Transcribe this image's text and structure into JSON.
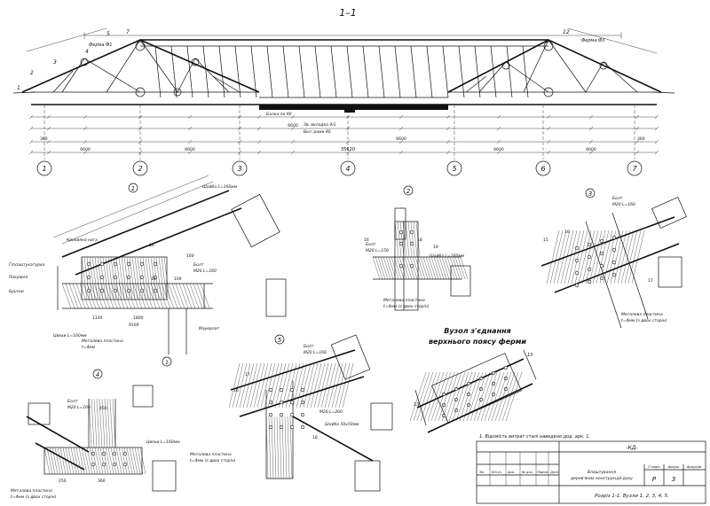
{
  "section_title": "1–1",
  "axis_labels": [
    "1",
    "2",
    "3",
    "4",
    "5",
    "6",
    "7"
  ],
  "overall_dimension": "35620",
  "bay_dimensions": [
    "6600",
    "6600",
    "6600",
    "6600",
    "6600",
    "6600"
  ],
  "edge_dims": [
    "360",
    "360"
  ],
  "truss_labels": {
    "left": "Ферма Ф1",
    "right": "Ферма Ф3"
  },
  "callouts": {
    "k1": "1",
    "k2": "2",
    "k3": "3",
    "k4": "4",
    "k5": "5",
    "k7": "7",
    "k12": "12"
  },
  "center_notes": [
    "Балка по 90",
    "Зв. вкладка 9/1",
    "Вкл. рами 40"
  ],
  "detail_numbers": [
    "1",
    "2",
    "3",
    "4",
    "5"
  ],
  "detail_dims": {
    "d1": [
      "9100",
      "1140",
      "1800",
      "10",
      "100",
      "16",
      "160"
    ],
    "d2": [
      "16",
      "18",
      "19"
    ],
    "d3": [
      "15",
      "16",
      "17"
    ],
    "d4": [
      "450",
      "360",
      "250"
    ],
    "d5": [
      "16",
      "17",
      "18"
    ]
  },
  "detail_labels": {
    "d1": [
      "Шайба L=160мм",
      "Болт",
      "М20 L=160",
      "Гіпсоштукатурка",
      "Покрівля",
      "Бруски",
      "Цвяхи L=160мм",
      "Металева пластина",
      "t=4мм",
      "Кроквяна нога",
      "Мауерлат"
    ],
    "d2": [
      "Болт",
      "М20 L=150",
      "Шайба L=160мм",
      "Металева пластина",
      "t=4мм (з двох сторін)"
    ],
    "d3": [
      "Болт",
      "М20 L=160",
      "Металева пластина",
      "t=4мм (з двох сторін)"
    ],
    "d4": [
      "Болт",
      "М20 L=160",
      "Цвяхи L=160мм",
      "Металева пластина",
      "t=4мм (з двох сторін)"
    ],
    "d5": [
      "Болт",
      "М20 L=160",
      "М20 L=200",
      "Шайба 50х50мм",
      "Металева пластина",
      "t=4мм (з двох сторін)"
    ]
  },
  "joint_title": [
    "Вузол з'єднання",
    "верхнього поясу ферми"
  ],
  "joint_marks": [
    "13",
    "13"
  ],
  "note": "1. Відомість витрат сталі наведено дод. арк. 1.",
  "title_block": {
    "code": "-КД-",
    "header_cells": [
      "Зм.",
      "Кіл.уч",
      "Арк.",
      "№ док.",
      "Підпис",
      "Дата"
    ],
    "description": [
      "Влаштування",
      "дерев'яних конструкцій даху"
    ],
    "stage_label": "Стадія",
    "stage_value": "Р",
    "sheet_label": "Аркуш",
    "sheet_value": "3",
    "sheets_label": "Аркушів",
    "sheet_title": "Розріз 1-1. Вузли 1, 2, 3, 4, 5."
  }
}
